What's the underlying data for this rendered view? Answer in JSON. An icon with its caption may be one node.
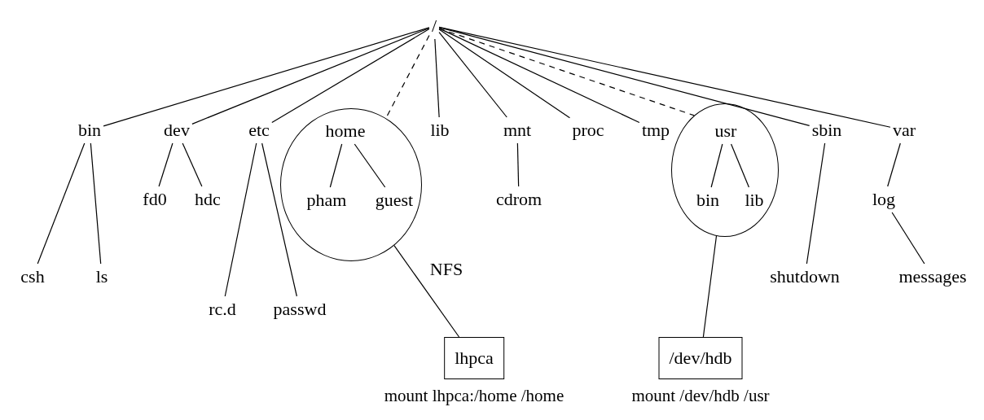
{
  "diagram": {
    "nodes": [
      {
        "text": [
          "/"
        ]
      },
      {
        "text": [
          "bin"
        ]
      },
      {
        "text": [
          "dev"
        ]
      },
      {
        "text": [
          "etc"
        ]
      },
      {
        "text": [],
        "shape": "circle"
      },
      {
        "text": [
          "home"
        ],
        "in": 4
      },
      {
        "text": [
          "pham"
        ],
        "in": 4
      },
      {
        "text": [
          "guest"
        ],
        "in": 4
      },
      {
        "text": [
          "lib"
        ]
      },
      {
        "text": [
          "mnt"
        ]
      },
      {
        "text": [
          "proc"
        ]
      },
      {
        "text": [
          "tmp"
        ]
      },
      {
        "text": [],
        "shape": "circle"
      },
      {
        "text": [
          "usr"
        ],
        "in": 12
      },
      {
        "text": [
          "bin"
        ],
        "in": 12
      },
      {
        "text": [
          "lib"
        ],
        "in": 12
      },
      {
        "text": [
          "sbin"
        ]
      },
      {
        "text": [
          "var"
        ]
      },
      {
        "text": [
          "fd0"
        ]
      },
      {
        "text": [
          "hdc"
        ]
      },
      {
        "text": [
          "cdrom"
        ]
      },
      {
        "text": [
          "log"
        ]
      },
      {
        "text": [
          "csh"
        ]
      },
      {
        "text": [
          "ls"
        ]
      },
      {
        "text": [
          "rc.d"
        ]
      },
      {
        "text": [
          "passwd"
        ]
      },
      {
        "text": [
          "shutdown"
        ]
      },
      {
        "text": [
          "messages"
        ]
      },
      {
        "text": [
          "lhpca"
        ],
        "beside": [
          "mount lhpca:/home /home"
        ]
      },
      {
        "text": [
          "/dev/hdb"
        ],
        "beside": [
          "mount /dev/hdb /usr"
        ]
      }
    ],
    "edges": [
      {
        "from": 0,
        "to": 1,
        "arrow": "none"
      },
      {
        "from": 0,
        "to": 2,
        "arrow": "none"
      },
      {
        "from": 0,
        "to": 3,
        "arrow": "none"
      },
      {
        "from": 0,
        "to": 4,
        "arrow": "none",
        "style": "dashed"
      },
      {
        "from": 0,
        "to": 8,
        "arrow": "none"
      },
      {
        "from": 0,
        "to": 9,
        "arrow": "none"
      },
      {
        "from": 0,
        "to": 10,
        "arrow": "none"
      },
      {
        "from": 0,
        "to": 11,
        "arrow": "none"
      },
      {
        "from": 0,
        "to": 12,
        "arrow": "none",
        "style": "dashed"
      },
      {
        "from": 0,
        "to": 16,
        "arrow": "none"
      },
      {
        "from": 0,
        "to": 17,
        "arrow": "none"
      },
      {
        "from": 1,
        "to": 22,
        "arrow": "none"
      },
      {
        "from": 1,
        "to": 23,
        "arrow": "none"
      },
      {
        "from": 2,
        "to": 18,
        "arrow": "none"
      },
      {
        "from": 2,
        "to": 19,
        "arrow": "none"
      },
      {
        "from": 3,
        "to": 24,
        "arrow": "none"
      },
      {
        "from": 3,
        "to": 25,
        "arrow": "none"
      },
      {
        "from": 5,
        "to": 6,
        "arrow": "none"
      },
      {
        "from": 5,
        "to": 7,
        "arrow": "none"
      },
      {
        "from": 9,
        "to": 20,
        "arrow": "none"
      },
      {
        "from": 13,
        "to": 14,
        "arrow": "none"
      },
      {
        "from": 13,
        "to": 15,
        "arrow": "none"
      },
      {
        "from": 16,
        "to": 26,
        "arrow": "none"
      },
      {
        "from": 17,
        "to": 21,
        "arrow": "none"
      },
      {
        "from": 21,
        "to": 27,
        "arrow": "none"
      },
      {
        "from": 4,
        "to": 28,
        "label": "NFS",
        "arrow": "none"
      },
      {
        "from": 12,
        "to": 29,
        "arrow": "none"
      }
    ]
  }
}
